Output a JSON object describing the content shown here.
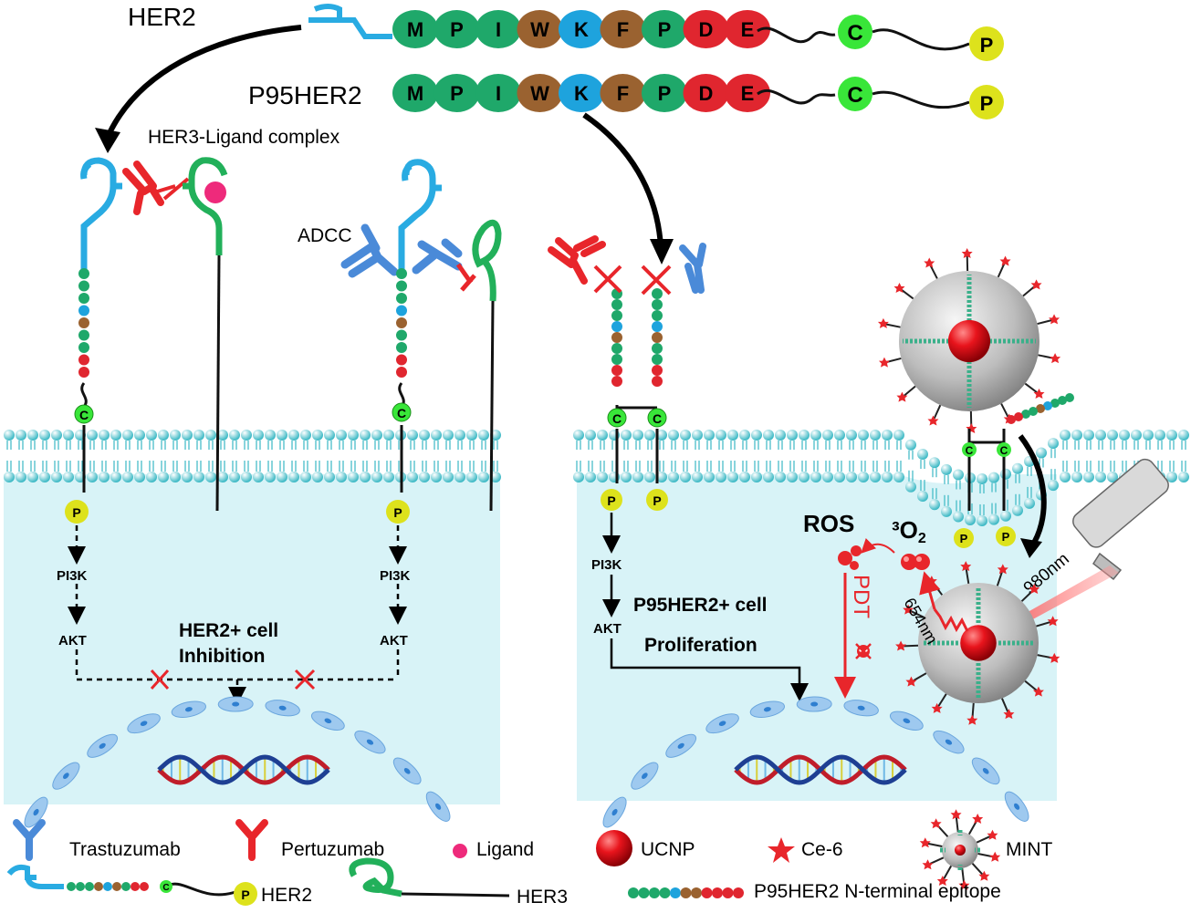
{
  "sequence": [
    "M",
    "P",
    "I",
    "W",
    "K",
    "F",
    "P",
    "D",
    "E"
  ],
  "sequence_colors": [
    "#1fa86a",
    "#1fa86a",
    "#1fa86a",
    "#9a6230",
    "#1ea3dd",
    "#9a6230",
    "#1fa86a",
    "#e0262f",
    "#e0262f"
  ],
  "cys_label": "C",
  "phos_label": "P",
  "top": {
    "her2_label": "HER2",
    "p95her2_label": "P95HER2",
    "complex_label": "HER3-Ligand complex"
  },
  "left_panel": {
    "adcc_label": "ADCC",
    "pi3k_1": "PI3K",
    "akt_1": "AKT",
    "pi3k_2": "PI3K",
    "akt_2": "AKT",
    "cell_label_1": "HER2+ cell",
    "cell_label_2": "Inhibition"
  },
  "right_panel": {
    "pi3k": "PI3K",
    "akt": "AKT",
    "cell_label": "P95HER2+ cell",
    "proliferation": "Proliferation",
    "ros": "ROS",
    "o2_pre": "³O",
    "o2_sub": "2",
    "pdt": "PDT",
    "nm654": "654nm",
    "nm980": "980nm"
  },
  "legend": {
    "trastuzumab": "Trastuzumab",
    "pertuzumab": "Pertuzumab",
    "ligand": "Ligand",
    "ucnp": "UCNP",
    "ce6": "Ce-6",
    "mint": "MINT",
    "her2": "HER2",
    "her3": "HER3",
    "epitope": "P95HER2 N-terminal epitope"
  },
  "colors": {
    "her2_blue": "#29abe2",
    "pertuzumab_red": "#e8262b",
    "trastuzumab_blue": "#4a8ad8",
    "her3_green": "#22b05a",
    "ligand_pink": "#ee2a7b",
    "cell_bg": "#d8f3f7",
    "membrane": "#3ab8c4",
    "cys_green": "#39e639",
    "phos_yellow": "#dde21c"
  }
}
